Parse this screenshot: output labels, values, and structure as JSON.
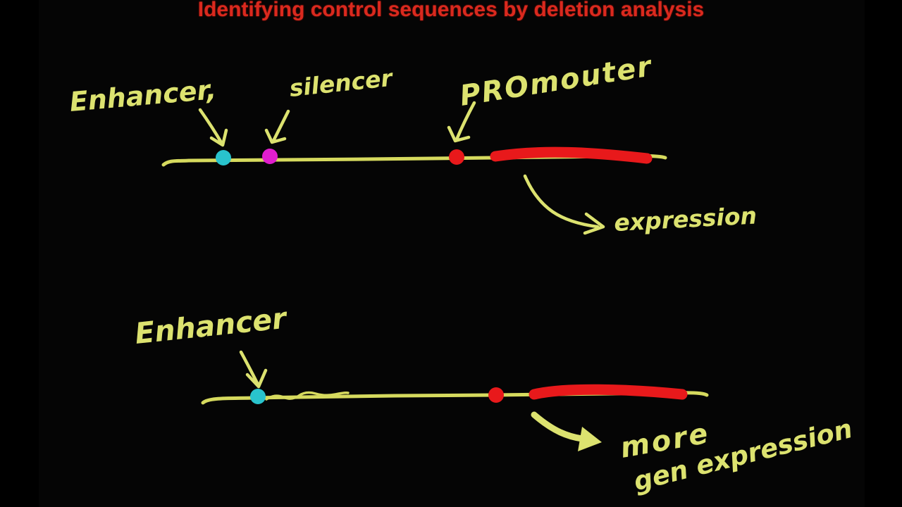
{
  "title": {
    "text": "Identifying control sequences by deletion analysis",
    "color": "#da291e"
  },
  "colors": {
    "background": "#000000",
    "ink_yellow": "#dce26f",
    "dna_line_yellow": "#d6da5e",
    "enhancer_dot_cyan": "#29c3cd",
    "silencer_dot_magenta": "#e01ecd",
    "promoter_dot_red": "#e8191b",
    "gene_segment_red": "#e8191b",
    "title_red": "#da291e"
  },
  "diagram_top": {
    "labels": {
      "enhancer": "Enhancer,",
      "silencer": "silencer",
      "promoter": "PROmouter",
      "result": "expression"
    },
    "features": {
      "enhancer_marker": "cyan dot on DNA line",
      "silencer_marker": "magenta dot on DNA line",
      "promoter_marker": "red dot on DNA line",
      "gene": "thick red segment (gene) after promoter"
    }
  },
  "diagram_bottom": {
    "labels": {
      "enhancer": "Enhancer",
      "result_line1": "more",
      "result_line2": "gen expression"
    },
    "features": {
      "enhancer_marker": "cyan dot on DNA line",
      "silencer_deleted": "scribble over line where silencer was removed",
      "promoter_marker": "red dot on DNA line",
      "gene": "thick red segment (gene) after promoter"
    }
  }
}
